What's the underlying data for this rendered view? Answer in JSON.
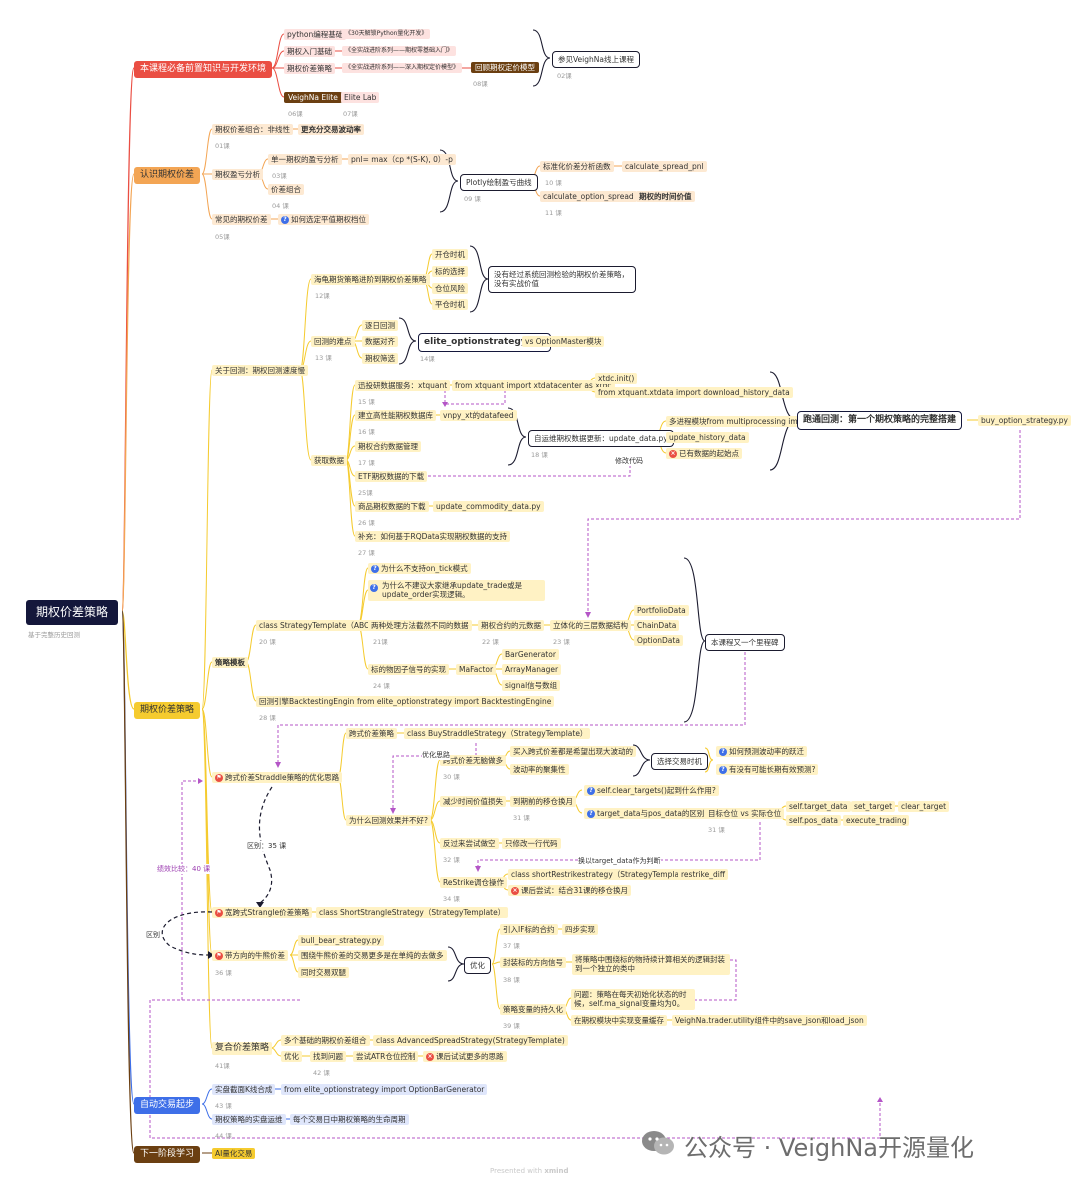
{
  "root": {
    "title": "期权价差策略",
    "subtitle": "基于完整历史回测"
  },
  "colors": {
    "red": "#ea4e43",
    "orange": "#f3a554",
    "yellow": "#f5cb2f",
    "blue": "#3e6fe8",
    "brown": "#6b3f11",
    "purple": "#9b3bb0",
    "dark": "#14173b"
  },
  "branches": {
    "b1": "本课程必备前置知识与开发环境",
    "b2": "认识期权价差",
    "b3": "期权价差策略",
    "b4": "自动交易起步",
    "b5": "下一阶段学习"
  },
  "s1": {
    "python": "python编程基础",
    "python_book": "《30天解锁Python量化开发》",
    "option_intro": "期权入门基础",
    "option_intro_book": "《全实战进阶系列——期权零基础入门》",
    "spread_strategy": "期权价差策略",
    "spread_book": "《全实战进阶系列——深入期权定价模型》",
    "pricing_model": "回顾期权定价模型",
    "lesson_08": "08课",
    "vnpy_elite": "VeighNa Elite",
    "elite_lab": "Elite Lab",
    "lesson_06": "06课",
    "lesson_07": "07课",
    "online_course": "参见VeighNa线上课程",
    "lesson_02": "02课"
  },
  "s2": {
    "combo": "期权价差组合：非线性",
    "combo_detail": "更充分交易波动率",
    "lesson_01": "01课",
    "pnl": "期权盈亏分析",
    "single": "单一期权的盈亏分析",
    "formula": "pnl= max（cp *(S-K), 0）-p",
    "lesson_03": "03课",
    "spread_combo": "价差组合",
    "lesson_04": "04 课",
    "plotly": "Plotly绘制盈亏曲线",
    "lesson_09": "09 课",
    "std_func": "标准化价差分析函数",
    "calc_pnl": "calculate_spread_pnl",
    "lesson_10": "10 课",
    "calc_spread": "calculate_option_spread",
    "time_value": "期权的时间价值",
    "lesson_11": "11 课",
    "common": "常见的期权价差",
    "flat": "如何选定平值期权档位",
    "lesson_05": "05课"
  },
  "s3": {
    "about": "关于回测：期权回测速度慢",
    "turtle": "海龟期货策略进阶到期权价差策略",
    "lesson_12": "12课",
    "open_time": "开仓时机",
    "underlying": "标的选择",
    "position_risk": "仓位风险",
    "close_time": "平仓时机",
    "no_backtest": "没有经过系统回测检验的期权价差策略，没有实战价值",
    "difficulty": "回测的难点",
    "daily": "逐日回测",
    "align": "数据对齐",
    "filter": "期权筛选",
    "lesson_13": "13 课",
    "elite_module": "elite_optionstrategy模块",
    "vs_master": "vs OptionMaster模块",
    "lesson_14": "14课",
    "get_data": "获取数据",
    "xtquant": "迅投研数据服务：xtquant",
    "xt_import": "from xtquant import xtdatacenter as xtdc",
    "xtdc_init": "xtdc.init()",
    "xt_download": "from xtquant.xtdata import download_history_data",
    "lesson_15": "15 课",
    "build_db": "建立高性能期权数据库",
    "vnpy_xt": "vnpy_xt的datafeed",
    "lesson_16": "16 课",
    "contract_mgmt": "期权合约数据管理",
    "lesson_17": "17 课",
    "etf_download": "ETF期权数据的下载",
    "lesson_25": "25课",
    "commodity": "商品期权数据的下载",
    "update_commodity": "update_commodity_data.py",
    "lesson_26": "26 课",
    "rqdata": "补充：如何基于RQData实现期权数据的支持",
    "lesson_27": "27 课",
    "auto_update": "自运维期权数据更新：update_data.py",
    "lesson_18": "18 课",
    "modify_code": "修改代码",
    "multi_proc": "多进程模块from multiprocessing import",
    "update_hist": "update_history_data",
    "existing": "已有数据的起始点",
    "backtest_title": "跑通回测：第一个期权策略的完整搭建",
    "buy_option": "buy_option_strategy.py",
    "template": "策略模板",
    "class_tpl": "class StrategyTemplate（ABC）",
    "lesson_20": "20 课",
    "why_tick": "为什么不支持on_tick模式",
    "why_inherit": "为什么不建议大家继承update_trade或是update_order实现逻辑。",
    "two_funcs": "两种处理方法截然不同的数据",
    "lesson_21": "21课",
    "chain_data": "期权合约的元数据",
    "lesson_22": "22 课",
    "three_layer": "立体化的三层数据结构",
    "lesson_23": "23 课",
    "portfolio": "PortfolioData",
    "chain": "ChainData",
    "optiondata": "OptionData",
    "milestone": "本课程又一个里程碑",
    "factor": "标的物因子信号的实现",
    "mafactor": "MaFactor",
    "bargen": "BarGenerator",
    "arraymgr": "ArrayManager",
    "signal": "signal信号数组",
    "lesson_24": "24 课",
    "engine": "回测引擎BacktestingEngine",
    "engine_import": "from elite_optionstrategy import BacktestingEngine",
    "lesson_28": "28 课",
    "straddle_opt": "跨式价差Straddle策略的优化思路",
    "straddle": "跨式价差策略",
    "buy_straddle": "class BuyStraddleStrategy（StrategyTemplate）",
    "opt_idea": "优化思路",
    "straddle_loss": "跨式价差无脑做多",
    "buy_expect": "买入跨式价差都是希望出现大波动的",
    "vol_cluster": "波动率的聚集性",
    "lesson_30": "30 课",
    "select_time": "选择交易时机",
    "predict_vol": "如何预测波动率的跃迁",
    "possible": "有没有可能长期有效预测?",
    "why_bad": "为什么回测效果并不好?",
    "reduce_time": "减少时间价值损失",
    "roll": "到期前的移仓换月",
    "self_clear": "self.clear_targets()起到什么作用?",
    "target_diff": "target_data与pos_data的区别",
    "target_vs": "目标仓位 vs 实际仓位",
    "lesson_31": "31 课",
    "self_target": "self.target_data",
    "set_target": "set_target",
    "clear_target": "clear_target",
    "self_pos": "self.pos_data",
    "exec_trading": "execute_trading",
    "reverse": "反过来尝试做空",
    "one_line": "只修改一行代码",
    "lesson_32": "32 课",
    "switch_target": "换以target_data作为判断",
    "restrike": "ReStrike调仓操作",
    "short_restrike": "class shortRestrikestrategy（StrategyTemplate）",
    "restrike_diff": "restrike_diff",
    "course_try": "课后尝试：结合31课的移仓换月",
    "lesson_34": "34 课",
    "diff_35": "区别：35 课",
    "strangle": "宽跨式Strangle价差策略",
    "short_strangle": "class ShortStrangleStrategy（StrategyTemplate）",
    "perf_compare": "绩效比较：40 课",
    "diff": "区别",
    "bull_bear": "带方向的牛熊价差",
    "bull_bear_py": "bull_bear_strategy.py",
    "around": "围绕牛熊价差的交易更多是在单纯的去做多",
    "sync": "同时交易双腿",
    "lesson_36": "36 课",
    "optimize": "优化",
    "intro_if": "引入IF标的合约",
    "four_steps": "四步实现",
    "lesson_37": "37 课",
    "encapsulate": "封装标的方向信号",
    "encap_detail": "将策略中围绕标的物持续计算相关的逻辑封装到一个独立的类中",
    "lesson_38": "38 课",
    "persist": "策略变量的持久化",
    "problem": "问题：策略在每天初始化状态的时候，self.ma_signal变量均为0。",
    "impl_cache": "在期权模块中实现变量缓存",
    "vnpy_utility": "VeighNa.trader.utility组件中的save_json和load_json",
    "lesson_39": "39 课",
    "complex": "复合价差策略",
    "multi_basic": "多个基础的期权价差组合",
    "advanced": "class AdvancedSpreadStrategy(StrategyTemplate)",
    "optim": "优化",
    "find_issue": "找到问题",
    "try_atr": "尝试ATR仓位控制",
    "try_more": "课后试试更多的思路",
    "lesson_41": "41课",
    "lesson_42": "42 课"
  },
  "s4": {
    "realtime": "实盘截面K线合成",
    "bar_gen": "from elite_optionstrategy import OptionBarGenerator",
    "lesson_43": "43 课",
    "ops": "期权策略的实盘运维",
    "lifecycle": "每个交易日中期权策略的生命周期",
    "lesson_44": "44 课"
  },
  "s5": {
    "ai": "AI量化交易"
  },
  "footer": {
    "presented": "Presented with",
    "brand": "xmind"
  },
  "watermark": {
    "text": "公众号 · VeighNa开源量化",
    "icon": "wechat-icon"
  }
}
